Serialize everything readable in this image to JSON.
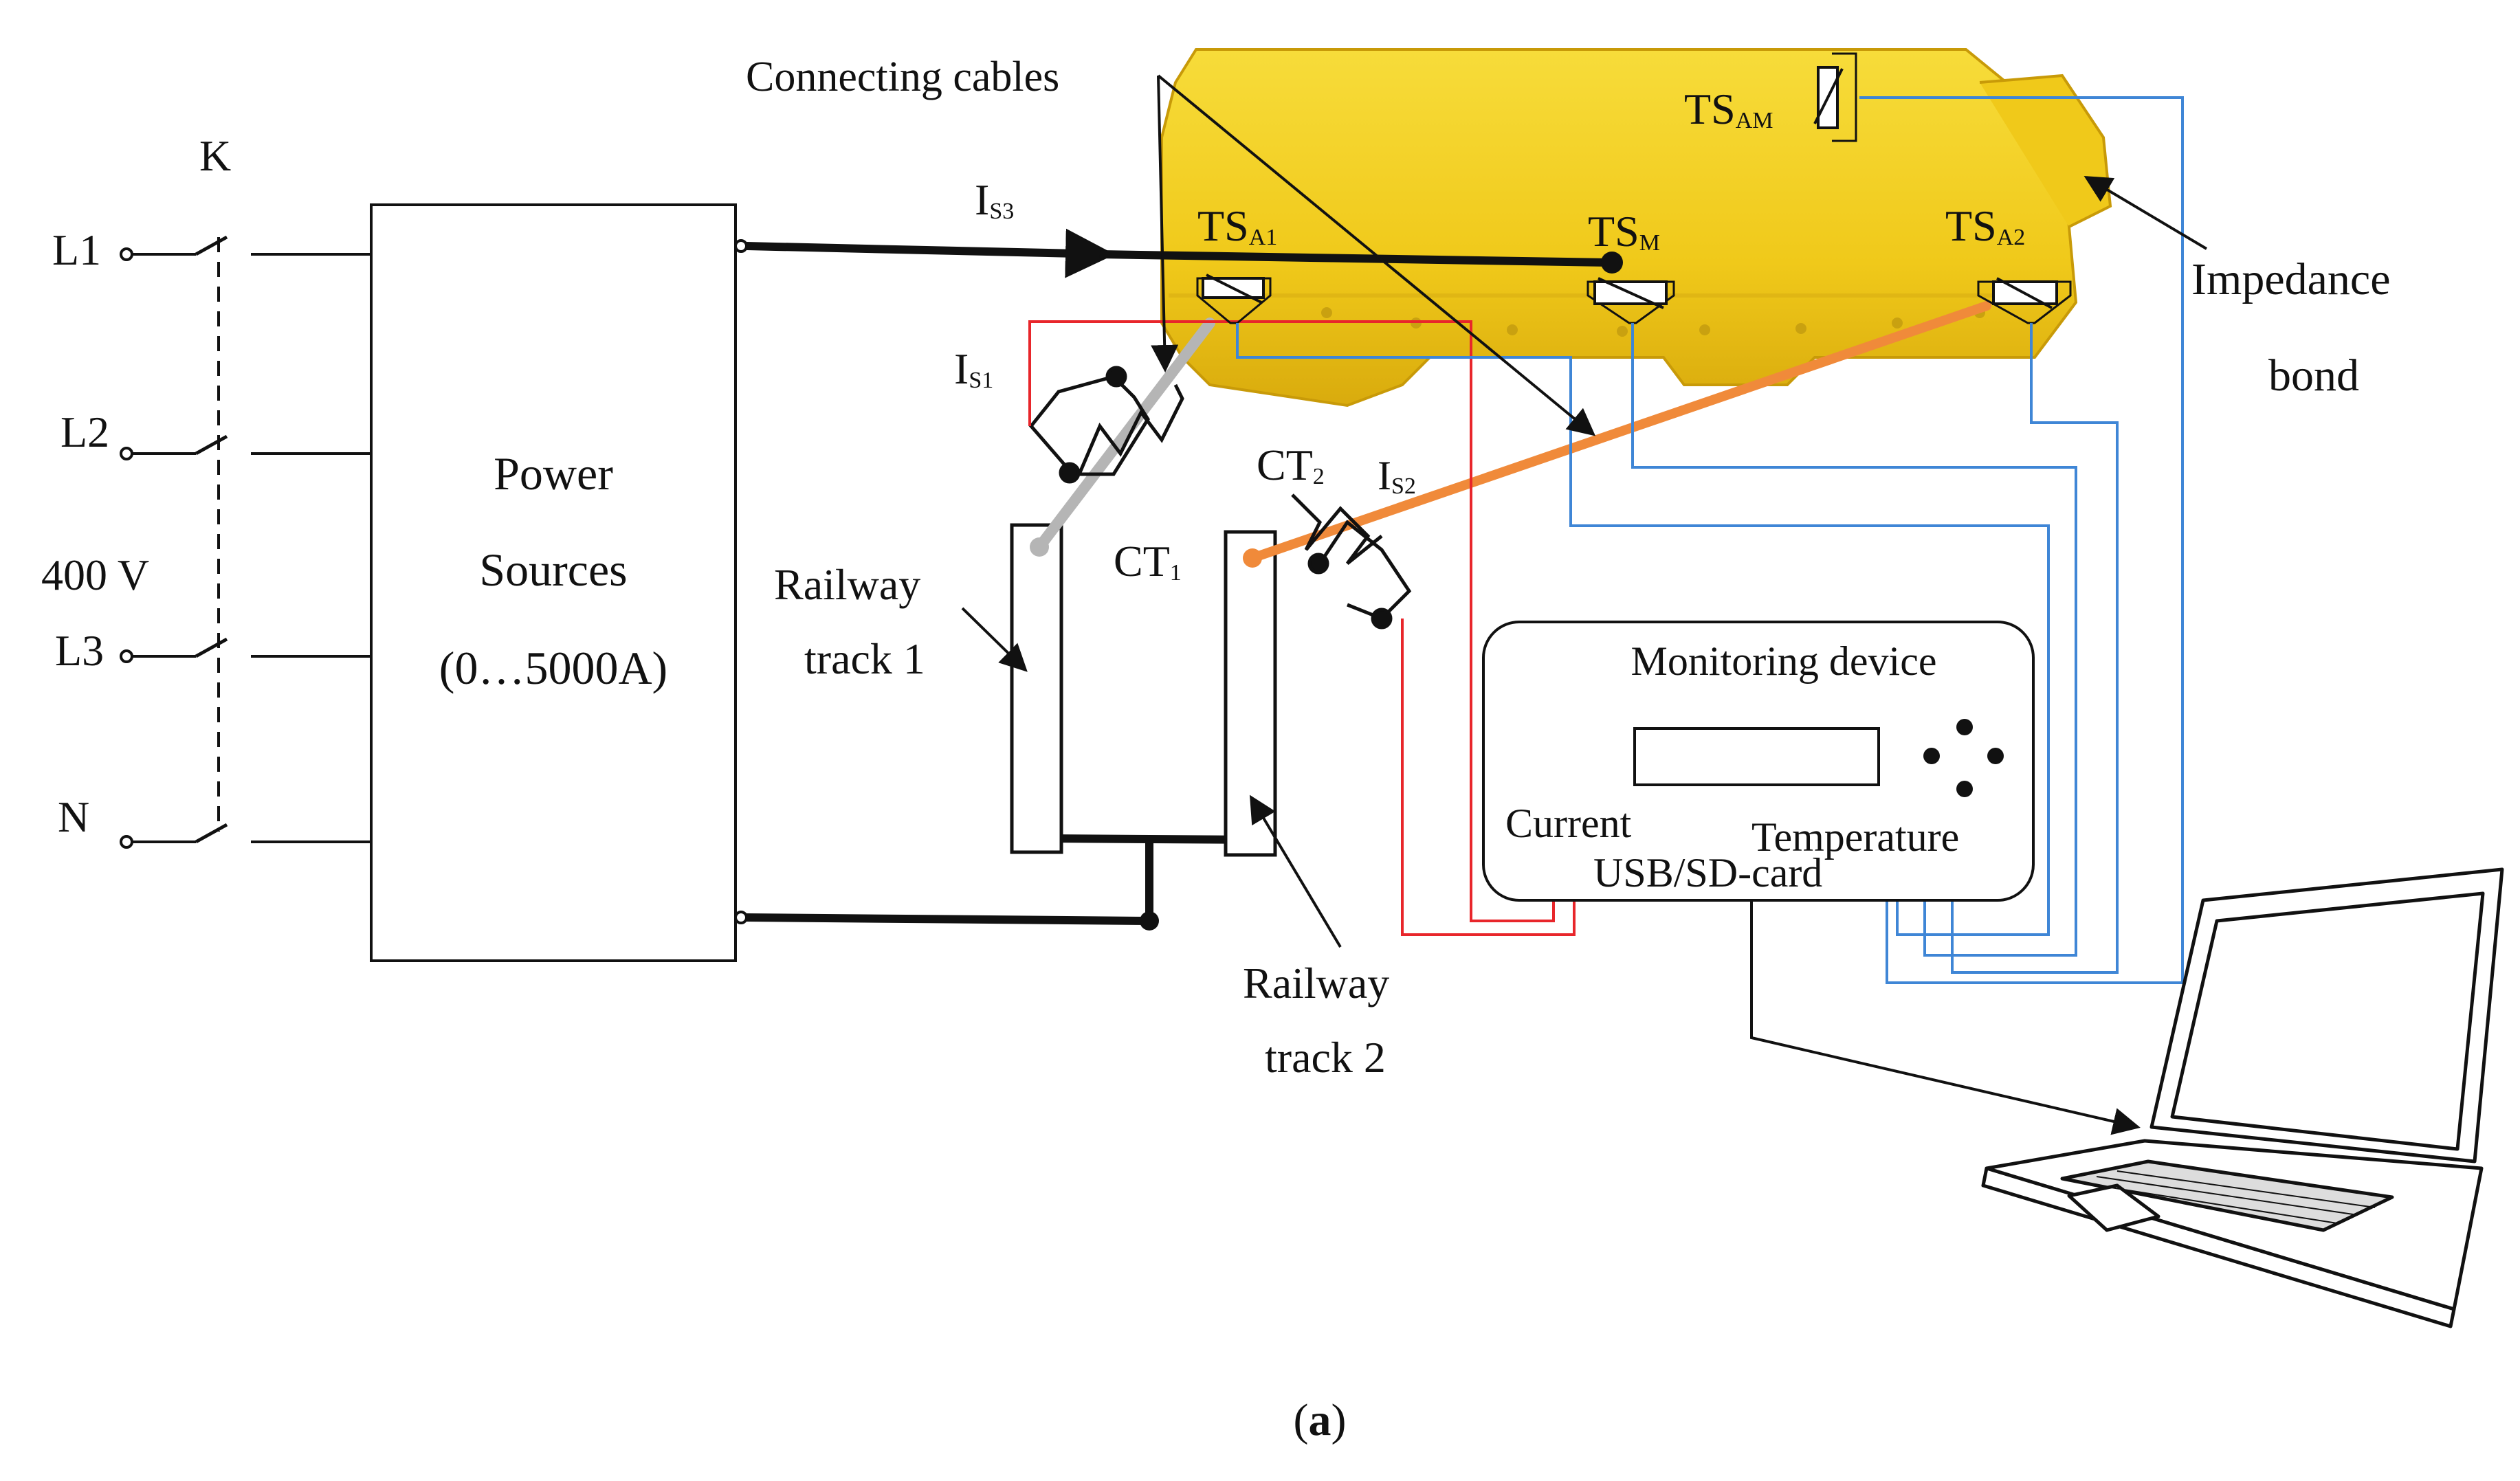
{
  "switch": {
    "label": "K"
  },
  "phases": [
    {
      "label": "L1"
    },
    {
      "label": "L2"
    },
    {
      "label": "L3"
    },
    {
      "label": "N"
    }
  ],
  "voltage": {
    "label": "400 V"
  },
  "power_source": {
    "line1": "Power",
    "line2": "Sources",
    "line3": "(0…5000A)"
  },
  "cables": {
    "label": "Connecting cables"
  },
  "currents": {
    "is3": {
      "main": "I",
      "sub": "S3"
    },
    "is1": {
      "main": "I",
      "sub": "S1"
    },
    "is2": {
      "main": "I",
      "sub": "S2"
    }
  },
  "ct1": {
    "main": "CT",
    "sub": "1"
  },
  "ct2": {
    "main": "CT",
    "sub": "2"
  },
  "sensors": {
    "tsa1": {
      "main": "TS",
      "sub": "A1"
    },
    "tsm": {
      "main": "TS",
      "sub": "M"
    },
    "tsa2": {
      "main": "TS",
      "sub": "A2"
    },
    "tsam": {
      "main": "TS",
      "sub": "AM"
    }
  },
  "impedance_bond": {
    "line1": "Impedance",
    "line2": "bond"
  },
  "track1": {
    "line1": "Railway",
    "line2": "track 1"
  },
  "track2": {
    "line1": "Railway",
    "line2": "track 2"
  },
  "monitor": {
    "title": "Monitoring device",
    "current": "Current",
    "temperature": "Temperature",
    "usb": "USB/SD-card"
  },
  "caption": {
    "open": "(",
    "letter": "a",
    "close": ")"
  },
  "colors": {
    "housing": "#f2cf1c",
    "housing_dark": "#d9ae10",
    "current_wire": "#e8262b",
    "temp_wire": "#3f86d6",
    "track2_lead": "#f08a3a",
    "track1_lead": "#b5b5b5"
  }
}
